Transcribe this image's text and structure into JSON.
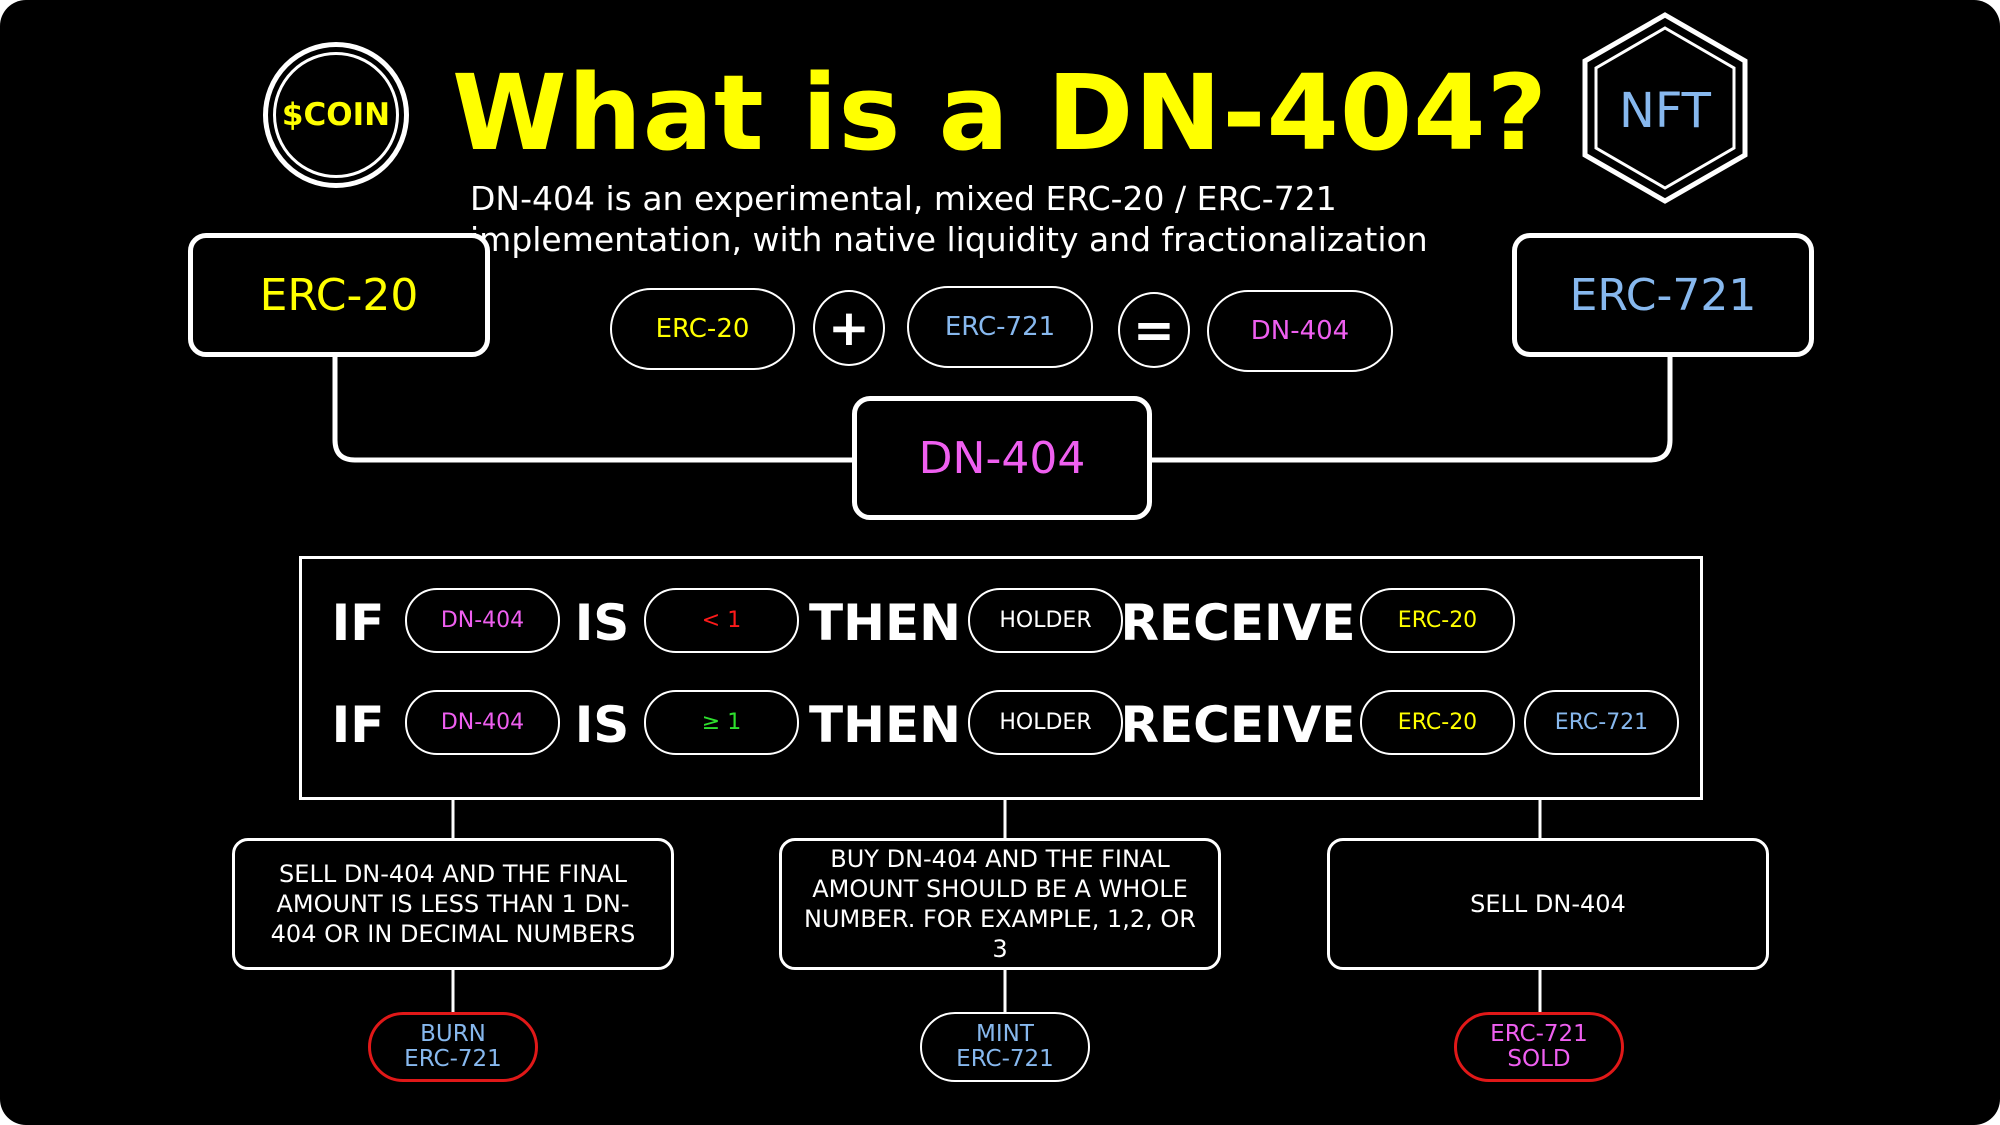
{
  "header": {
    "title": "What is a DN-404?",
    "subtitle_line1": "DN-404 is an experimental, mixed ERC-20 / ERC-721",
    "subtitle_line2": "implementation, with native liquidity and fractionalization",
    "coin_label": "$COIN",
    "nft_label": "NFT"
  },
  "top_boxes": {
    "left": "ERC-20",
    "right": "ERC-721",
    "center": "DN-404"
  },
  "equation": {
    "term1": "ERC-20",
    "plus": "+",
    "term2": "ERC-721",
    "equals": "=",
    "result": "DN-404"
  },
  "rules": [
    {
      "if": "IF",
      "subject": "DN-404",
      "is": "IS",
      "condition": "< 1",
      "then": "THEN",
      "who": "HOLDER",
      "receive": "RECEIVE",
      "outcomes": [
        "ERC-20"
      ]
    },
    {
      "if": "IF",
      "subject": "DN-404",
      "is": "IS",
      "condition": "≥ 1",
      "then": "THEN",
      "who": "HOLDER",
      "receive": "RECEIVE",
      "outcomes": [
        "ERC-20",
        "ERC-721"
      ]
    }
  ],
  "scenarios": [
    {
      "text": "SELL DN-404 AND THE FINAL AMOUNT IS LESS THAN 1 DN-404 OR IN DECIMAL NUMBERS",
      "result_line1": "BURN",
      "result_line2": "ERC-721"
    },
    {
      "text": "BUY DN-404 AND THE FINAL AMOUNT SHOULD BE A WHOLE NUMBER. FOR EXAMPLE, 1,2, OR 3",
      "result_line1": "MINT",
      "result_line2": "ERC-721"
    },
    {
      "text": "SELL DN-404",
      "result_line1": "ERC-721",
      "result_line2": "SOLD"
    }
  ],
  "colors": {
    "background": "#000000",
    "title": "#ffff00",
    "erc20": "#ffff00",
    "erc721": "#87b8ee",
    "dn404": "#ef5ff0",
    "less_than": "#ff1a1a",
    "greater_equal": "#2ee02e",
    "burn_border": "#e01818",
    "mint_border": "#ffffff",
    "sold_border": "#e01818"
  }
}
